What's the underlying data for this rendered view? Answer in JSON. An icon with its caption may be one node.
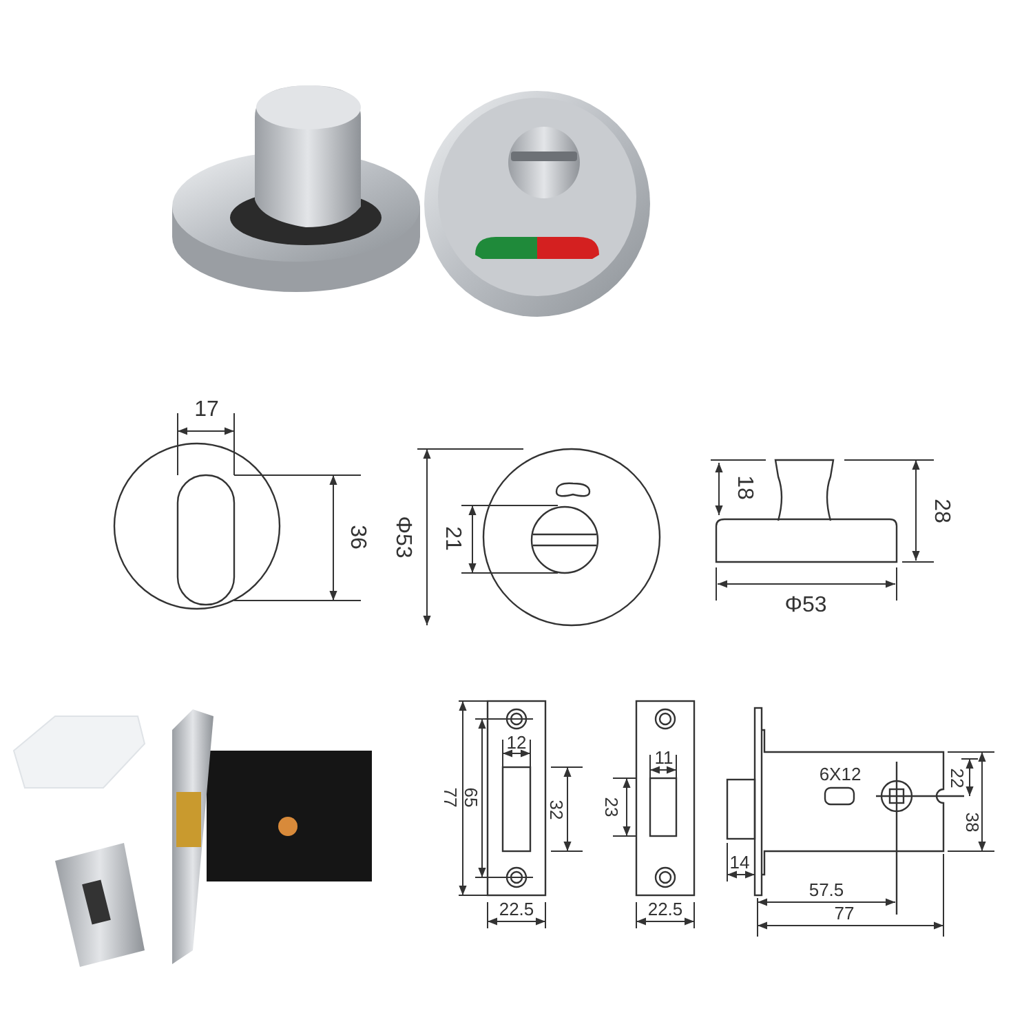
{
  "diagram": {
    "labels": [
      "17",
      "36",
      "Φ53",
      "21",
      "18",
      "28",
      "Φ53",
      "77",
      "65",
      "12",
      "32",
      "22.5",
      "11",
      "23",
      "22.5",
      "6X12",
      "22",
      "38",
      "14",
      "57.5",
      "77"
    ]
  }
}
